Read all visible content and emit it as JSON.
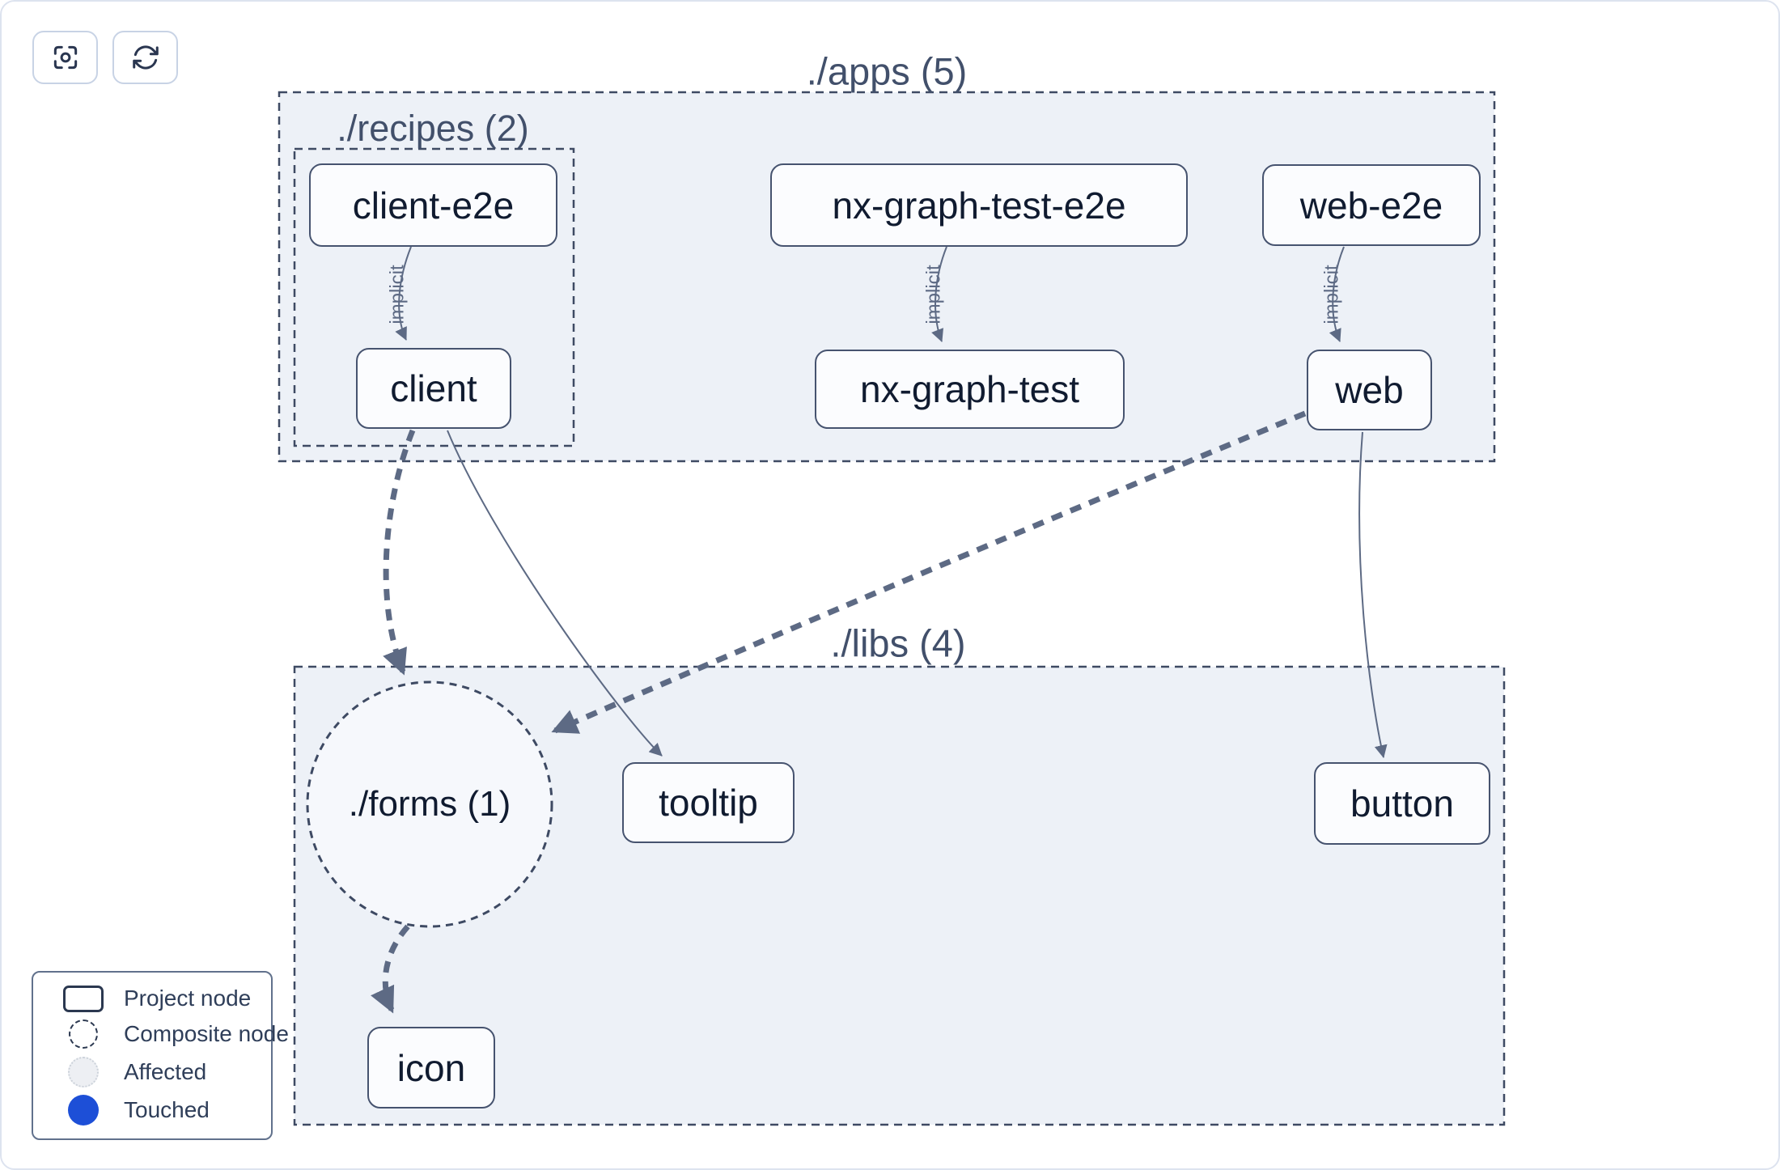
{
  "toolbar": {
    "buttons": [
      {
        "icon": "focus-icon",
        "action": "center-graph"
      },
      {
        "icon": "refresh-icon",
        "action": "refresh-graph"
      }
    ]
  },
  "groups": {
    "apps": {
      "label": "./apps (5)"
    },
    "recipes": {
      "label": "./recipes (2)"
    },
    "libs": {
      "label": "./libs (4)"
    }
  },
  "composite": {
    "forms": {
      "label": "./forms (1)"
    }
  },
  "nodes": {
    "client_e2e": {
      "label": "client-e2e"
    },
    "nx_graph_test_e2e": {
      "label": "nx-graph-test-e2e"
    },
    "web_e2e": {
      "label": "web-e2e"
    },
    "client": {
      "label": "client"
    },
    "nx_graph_test": {
      "label": "nx-graph-test"
    },
    "web": {
      "label": "web"
    },
    "tooltip": {
      "label": "tooltip"
    },
    "button": {
      "label": "button"
    },
    "icon": {
      "label": "icon"
    }
  },
  "edges": [
    {
      "from": "client-e2e",
      "to": "client",
      "label": "implicit",
      "style": "thin-solid"
    },
    {
      "from": "nx-graph-test-e2e",
      "to": "nx-graph-test",
      "label": "implicit",
      "style": "thin-solid"
    },
    {
      "from": "web-e2e",
      "to": "web",
      "label": "implicit",
      "style": "thin-solid"
    },
    {
      "from": "client",
      "to": "tooltip",
      "label": "",
      "style": "thin-solid"
    },
    {
      "from": "web",
      "to": "button",
      "label": "",
      "style": "thin-solid"
    },
    {
      "from": "client",
      "to": "./forms (1)",
      "label": "",
      "style": "thick-dashed"
    },
    {
      "from": "web",
      "to": "./forms (1)",
      "label": "",
      "style": "thick-dashed"
    },
    {
      "from": "./forms (1)",
      "to": "icon",
      "label": "",
      "style": "thick-dashed"
    }
  ],
  "legend": {
    "items": [
      {
        "icon": "project-node-swatch",
        "label": "Project node"
      },
      {
        "icon": "composite-node-swatch",
        "label": "Composite node"
      },
      {
        "icon": "affected-swatch",
        "label": "Affected"
      },
      {
        "icon": "touched-swatch",
        "label": "Touched"
      }
    ]
  },
  "colors": {
    "touched_blue": "#1d4fd7",
    "group_fill": "#edf1f7",
    "composite_fill": "#f6f8fc",
    "dash_stroke": "#3e4a63",
    "edge_stroke": "#5d6a84",
    "node_border": "#46536f",
    "node_text": "#101b30"
  }
}
